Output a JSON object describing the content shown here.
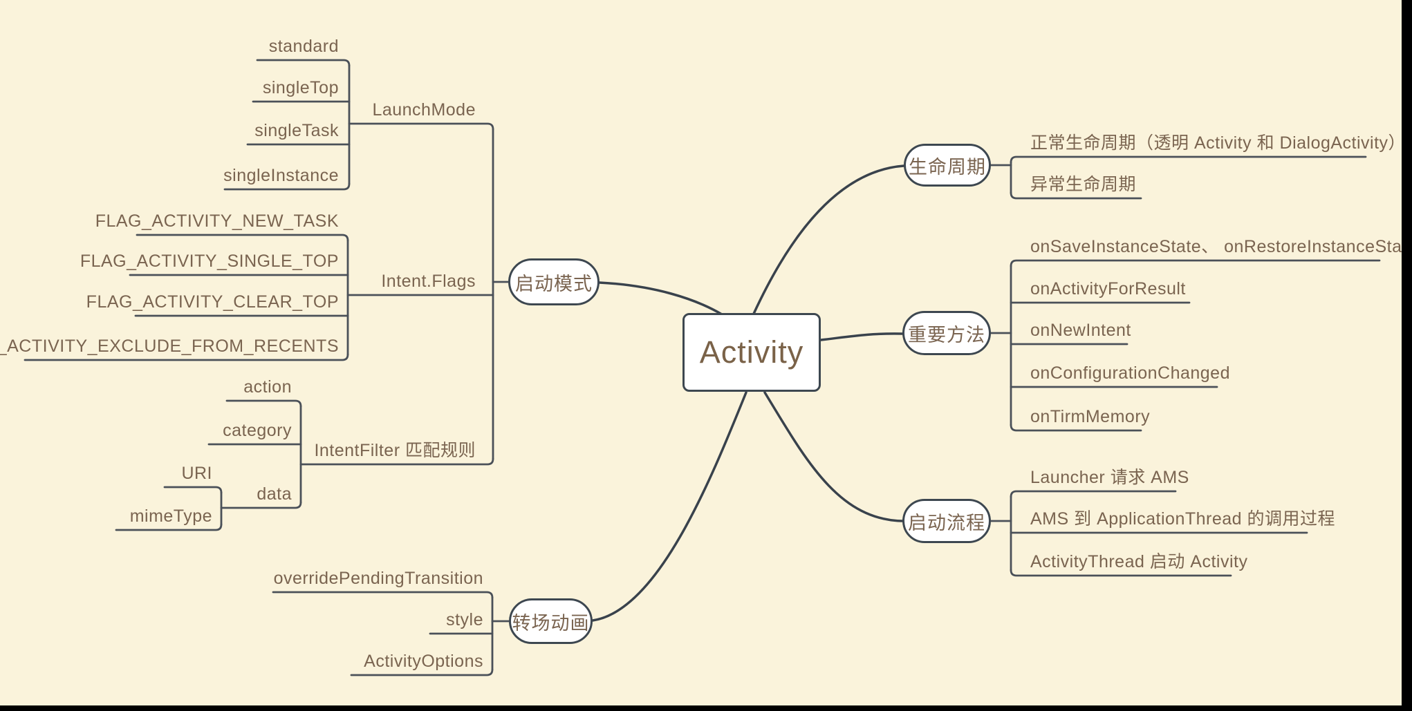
{
  "canvas": {
    "background_color": "#faf3db",
    "branch_line_color": "#39424c",
    "bracket_line_color": "#4a5058",
    "node_border_color": "#3d4750",
    "node_fill_color": "#ffffff",
    "text_color": "#7a6450"
  },
  "topics": {
    "root": "Activity",
    "launch_mode_branch": "启动模式",
    "transition_branch": "转场动画",
    "lifecycle_branch": "生命周期",
    "methods_branch": "重要方法",
    "startup_branch": "启动流程",
    "launch_mode": "LaunchMode",
    "standard": "standard",
    "single_top": "singleTop",
    "single_task": "singleTask",
    "single_instance": "singleInstance",
    "intent_flags": "Intent.Flags",
    "flag_new_task": "FLAG_ACTIVITY_NEW_TASK",
    "flag_single_top": "FLAG_ACTIVITY_SINGLE_TOP",
    "flag_clear_top": "FLAG_ACTIVITY_CLEAR_TOP",
    "flag_exclude": "FLAG_ACTIVITY_EXCLUDE_FROM_RECENTS",
    "intent_filter": "IntentFilter 匹配规则",
    "action": "action",
    "category": "category",
    "data": "data",
    "uri": "URI",
    "mime_type": "mimeType",
    "override_pending": "overridePendingTransition",
    "style": "style",
    "activity_options": "ActivityOptions",
    "normal_lifecycle": "正常生命周期（透明 Activity 和 DialogActivity）",
    "abnormal_lifecycle": "异常生命周期",
    "on_save": "onSaveInstanceState、 onRestoreInstanceState",
    "on_activity_for_result": "onActivityForResult",
    "on_new_intent": "onNewIntent",
    "on_configuration_changed": "onConfigurationChanged",
    "on_tirm_memory": "onTirmMemory",
    "launcher_ams": "Launcher 请求 AMS",
    "ams_thread": "AMS 到 ApplicationThread 的调用过程",
    "activity_thread": "ActivityThread 启动 Activity"
  }
}
